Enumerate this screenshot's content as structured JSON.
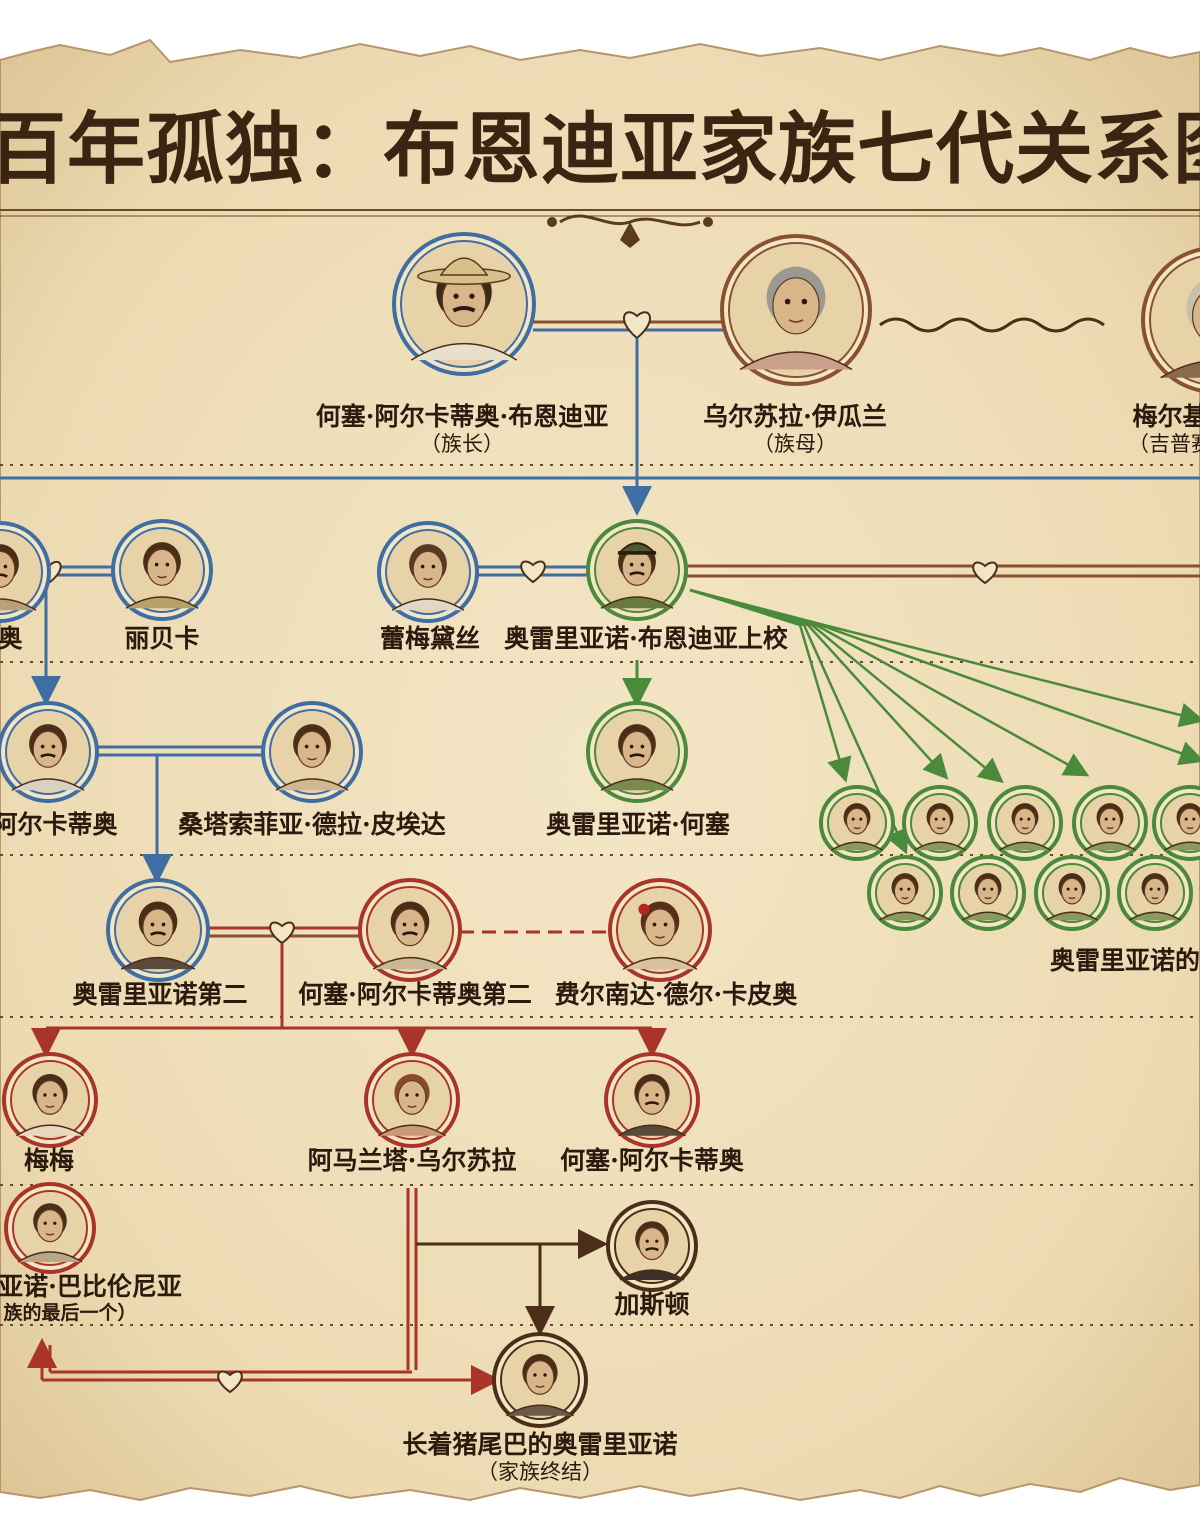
{
  "title": "百年孤独：布恩迪亚家族七代关系图",
  "people": {
    "jose_arcadio": {
      "name": "何塞·阿尔卡蒂奥·布恩迪亚",
      "role": "（族长）"
    },
    "ursula": {
      "name": "乌尔苏拉·伊瓜兰",
      "role": "（族母）"
    },
    "melquiades": {
      "name": "梅尔基",
      "role": "（吉普赛"
    },
    "jose_arcadio_son": {
      "name": "奥"
    },
    "rebeca": {
      "name": "丽贝卡"
    },
    "remedios": {
      "name": "蕾梅黛丝"
    },
    "col_aureliano": {
      "name": "奥雷里亚诺·布恩迪亚上校"
    },
    "arcadio": {
      "name": "阿尔卡蒂奥"
    },
    "santa_sofia": {
      "name": "桑塔索菲亚·德拉·皮埃达"
    },
    "aureliano_jose": {
      "name": "奥雷里亚诺·何塞"
    },
    "seventeen_sons": {
      "name": "奥雷里亚诺的"
    },
    "aureliano_segundo": {
      "name": "奥雷里亚诺第二"
    },
    "jose_arcadio_segundo": {
      "name": "何塞·阿尔卡蒂奥第二"
    },
    "fernanda": {
      "name": "费尔南达·德尔·卡皮奥"
    },
    "meme": {
      "name": "梅梅"
    },
    "amaranta_ursula": {
      "name": "阿马兰塔·乌尔苏拉"
    },
    "jose_arcadio_ii": {
      "name": "何塞·阿尔卡蒂奥"
    },
    "aureliano_babilonia": {
      "name": "亚诺·巴比伦尼亚",
      "role": "族的最后一个）"
    },
    "gaston": {
      "name": "加斯顿"
    },
    "pig_tail": {
      "name": "长着猪尾巴的奥雷里亚诺",
      "role": "（家族终结）"
    }
  },
  "colors": {
    "parchment": "#f0e2c0",
    "parchment_edge": "#c9a878",
    "gen1_blue": "#3f6ea3",
    "gen2_brown": "#8a5032",
    "gen_green": "#4b8a3a",
    "gen_red": "#a8342a",
    "dark_brown": "#4a2e18",
    "title_brown": "#3b2412"
  }
}
